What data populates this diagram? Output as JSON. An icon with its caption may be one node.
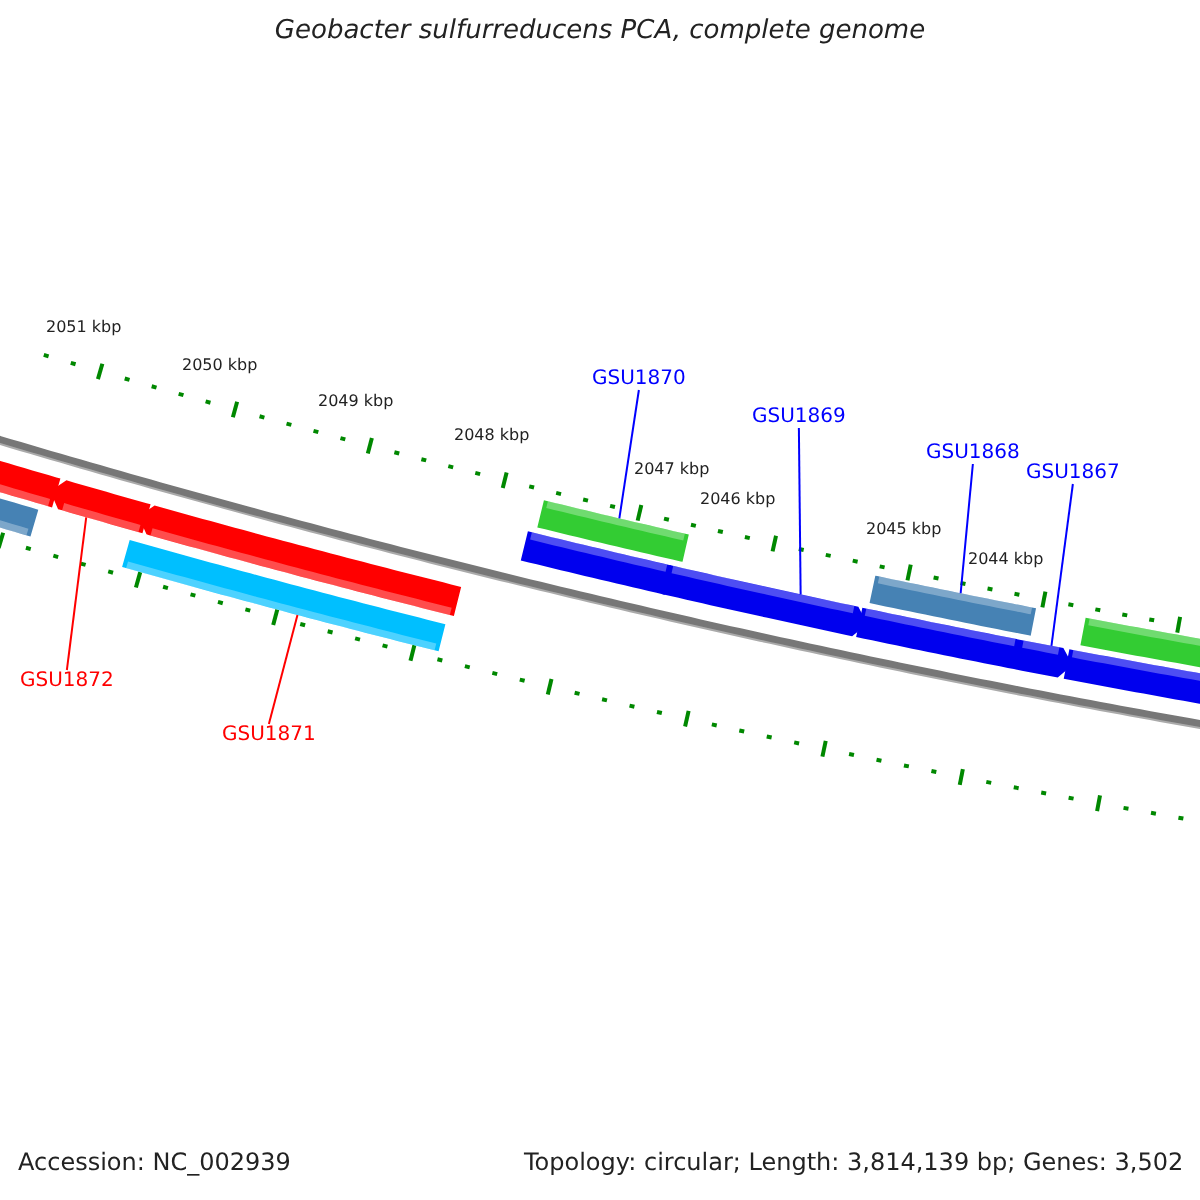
{
  "diagram": {
    "title": "Geobacter sulfurreducens PCA, complete genome",
    "nodes": [
      {
        "text": [
          "GSU1870"
        ]
      },
      {
        "text": [
          "GSU1869"
        ]
      },
      {
        "text": [
          "GSU1868"
        ]
      },
      {
        "text": [
          "GSU1867"
        ]
      },
      {
        "text": [
          "GSU1872"
        ]
      },
      {
        "text": [
          "GSU1871"
        ]
      }
    ],
    "edges": [
      {
        "from": 0,
        "to": null,
        "arrow": "none"
      },
      {
        "from": 1,
        "to": null,
        "arrow": "none"
      },
      {
        "from": 2,
        "to": null,
        "arrow": "none"
      },
      {
        "from": 3,
        "to": null,
        "arrow": "none"
      },
      {
        "from": 4,
        "to": null,
        "arrow": "none",
        "color": "#ff0000"
      },
      {
        "from": 5,
        "to": null,
        "arrow": "none",
        "color": "#ff0000"
      }
    ],
    "labels": [
      "2051 kbp",
      "2050 kbp",
      "2049 kbp",
      "2048 kbp",
      "2047 kbp",
      "2046 kbp",
      "2045 kbp",
      "2044 kbp",
      "Accession: NC_002939",
      "Topology: circular; Length: 3,814,139 bp; Genes: 3,502"
    ]
  }
}
